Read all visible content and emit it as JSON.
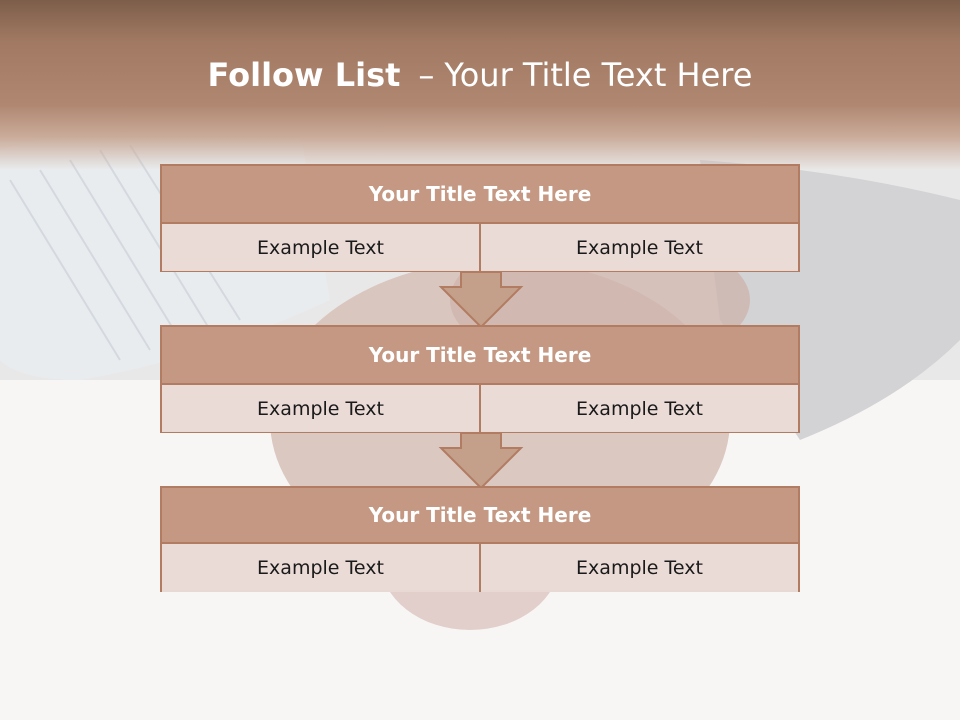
{
  "slide": {
    "title_bold": "Follow List",
    "title_separator": "–",
    "title_rest": "Your Title Text Here"
  },
  "steps": [
    {
      "title": "Your Title Text Here",
      "left": "Example Text",
      "right": "Example Text"
    },
    {
      "title": "Your Title Text Here",
      "left": "Example Text",
      "right": "Example Text"
    },
    {
      "title": "Your Title Text Here",
      "left": "Example Text",
      "right": "Example Text"
    }
  ],
  "colors": {
    "header_brown": "#a27a63",
    "box_border": "#b17c62",
    "box_head": "#c49f89",
    "box_cell": "#ecdeda"
  }
}
